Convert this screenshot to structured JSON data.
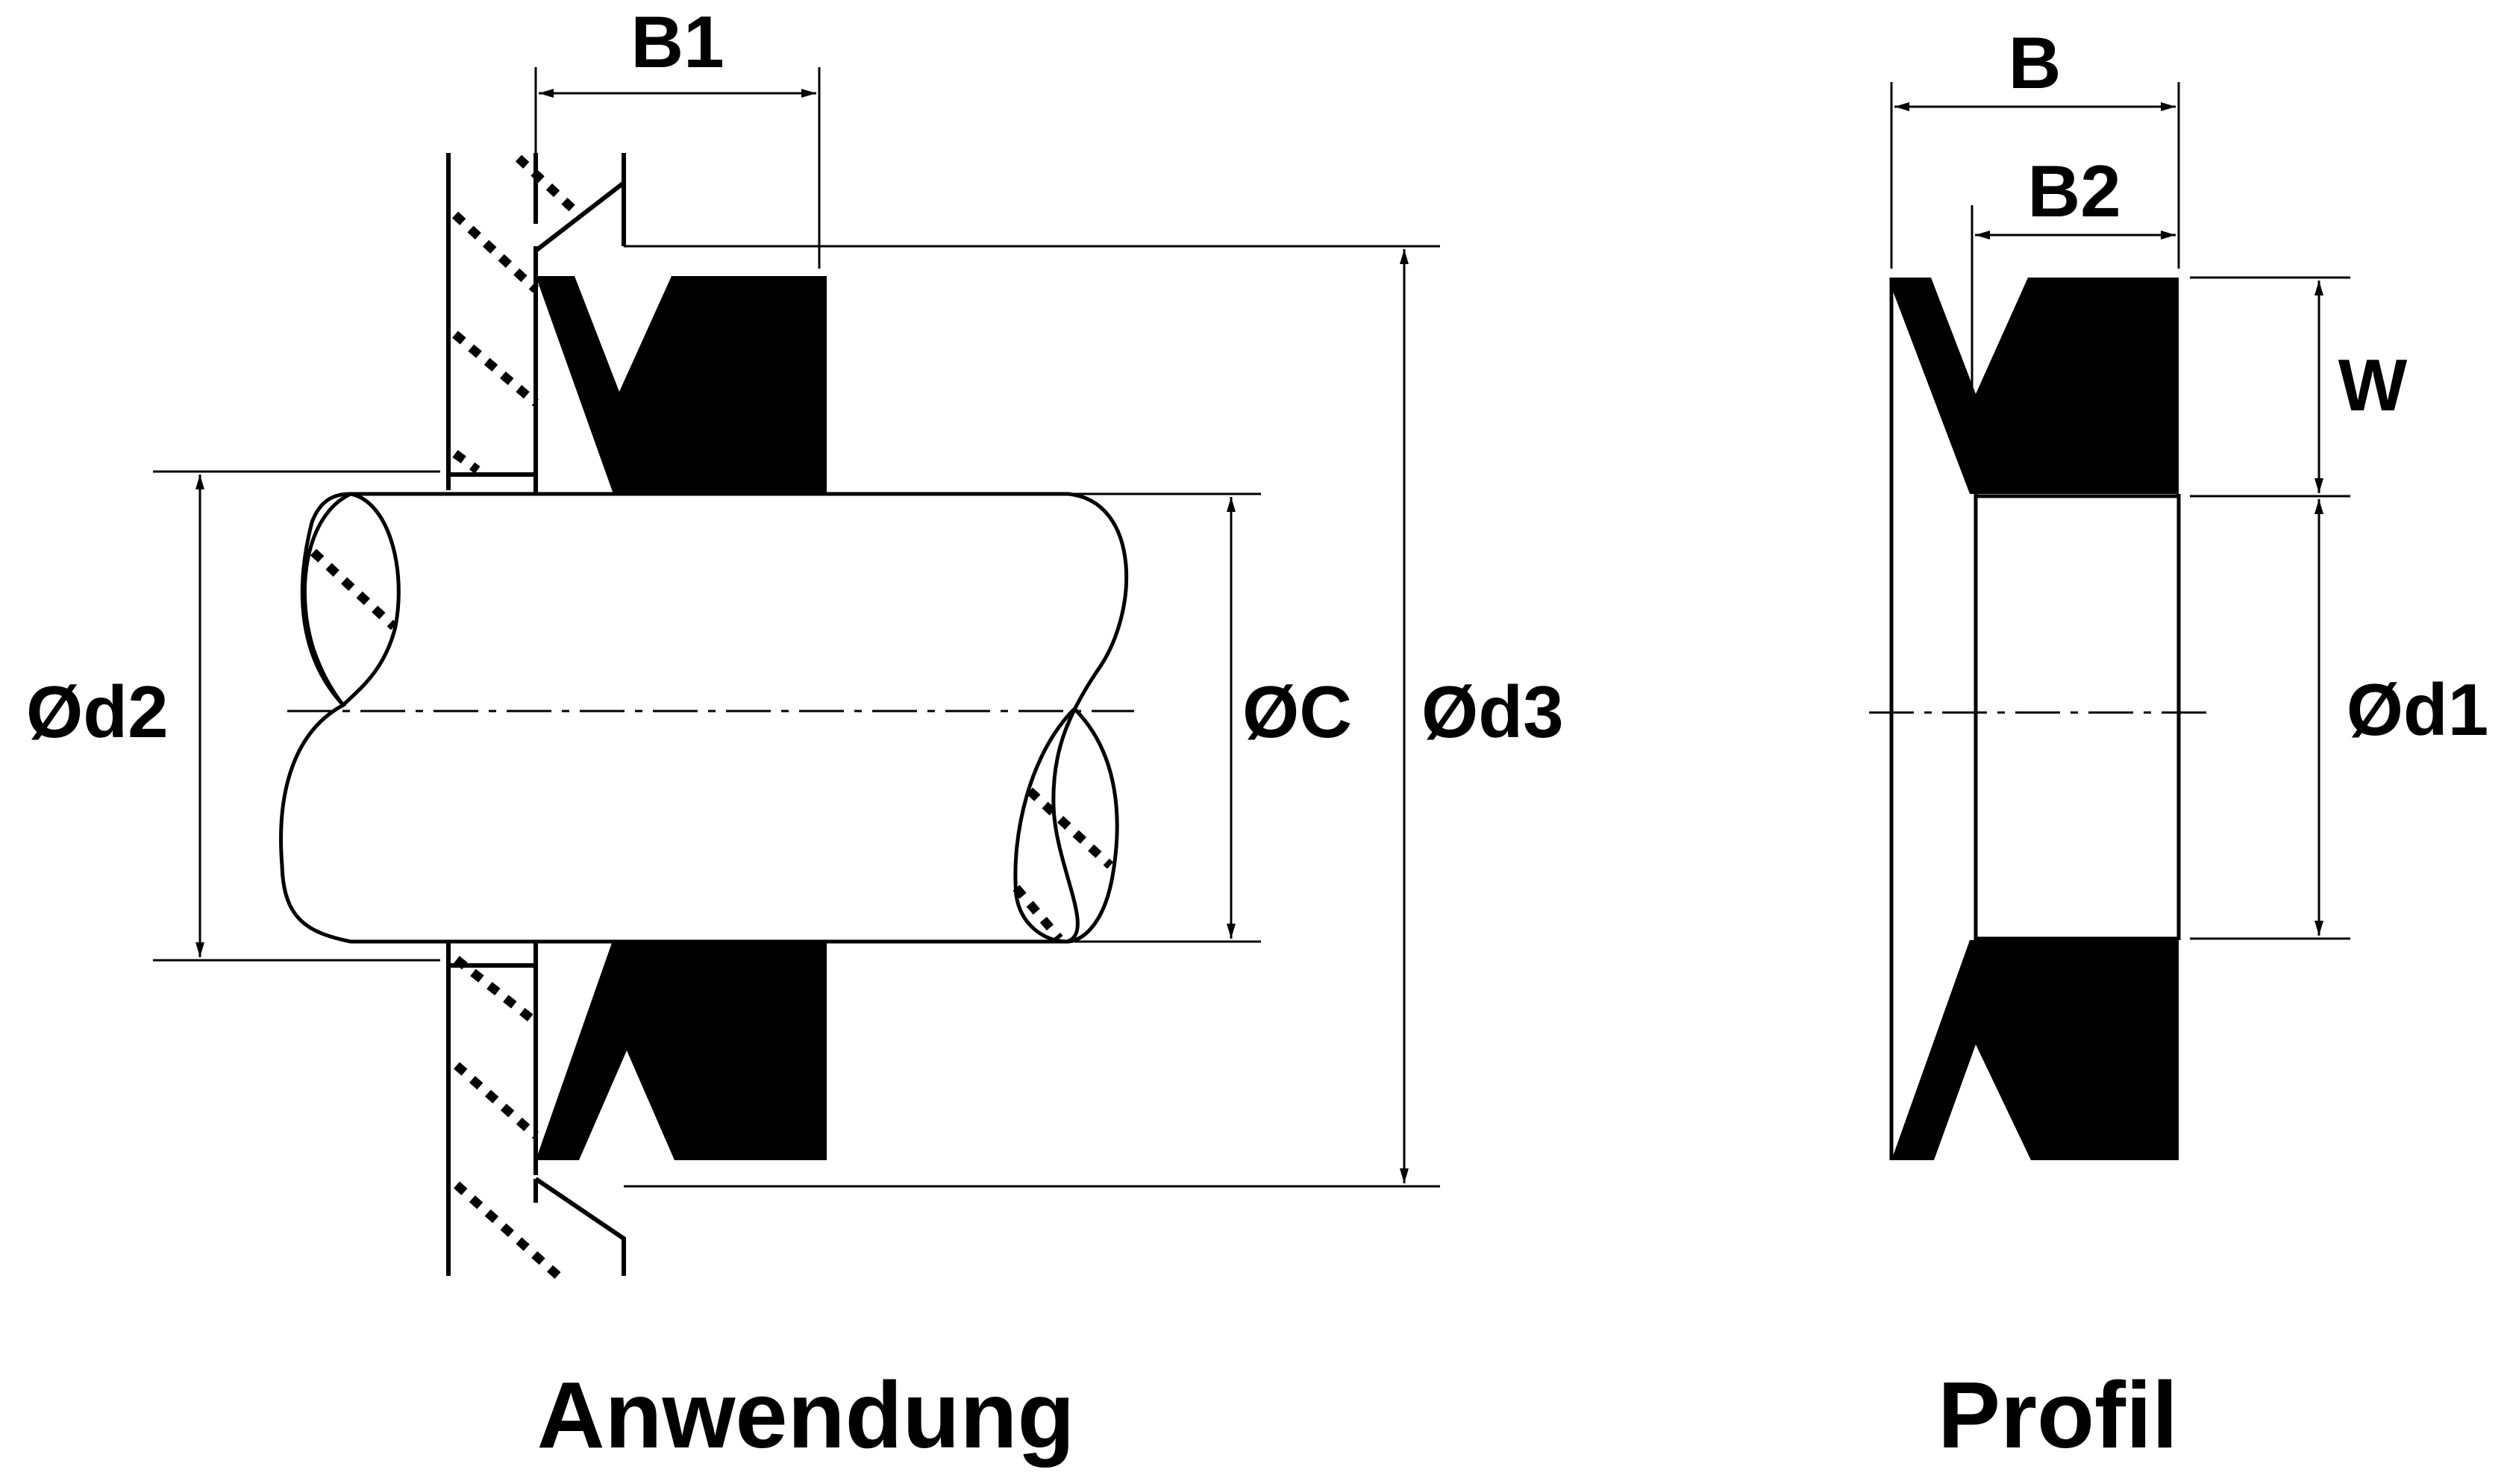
{
  "labels": {
    "b1": "B1",
    "b": "B",
    "b2": "B2",
    "w": "W",
    "d2": "Ød2",
    "c": "ØC",
    "d3": "Ød3",
    "d1": "Ød1"
  },
  "captions": {
    "application": "Anwendung",
    "profile": "Profil"
  },
  "colors": {
    "ink": "#000000",
    "paper": "#ffffff"
  }
}
